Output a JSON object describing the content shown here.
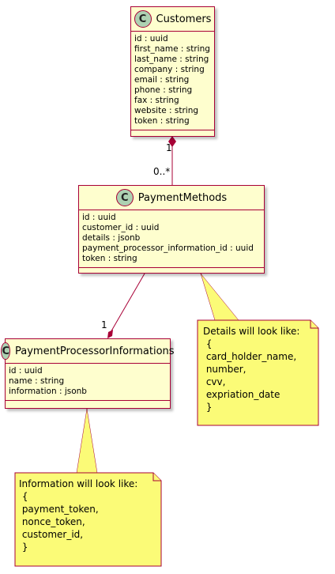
{
  "classes": {
    "customers": {
      "name": "Customers",
      "icon": "C",
      "attributes": [
        "id : uuid",
        "first_name : string",
        "last_name : string",
        "company : string",
        "email : string",
        "phone : string",
        "fax : string",
        "website : string",
        "token : string"
      ]
    },
    "payment_methods": {
      "name": "PaymentMethods",
      "icon": "C",
      "attributes": [
        "id : uuid",
        "customer_id : uuid",
        "details : jsonb",
        "payment_processor_information_id : uuid",
        "token : string"
      ]
    },
    "payment_processor_informations": {
      "name": "PaymentProcessorInformations",
      "icon": "C",
      "attributes": [
        "id : uuid",
        "name : string",
        "information : jsonb"
      ]
    }
  },
  "relations": {
    "customers_methods": {
      "from_mult": "1",
      "to_mult": "0..*"
    },
    "methods_processor": {
      "to_mult": "1"
    }
  },
  "notes": {
    "details": [
      "Details will look like:",
      " {",
      " card_holder_name,",
      " number,",
      " cvv,",
      " expriation_date",
      " }"
    ],
    "information": [
      "Information will look like:",
      " {",
      " payment_token,",
      " nonce_token,",
      " customer_id,",
      " }"
    ]
  },
  "colors": {
    "class_fill": "#fefece",
    "border": "#a80036",
    "note_fill": "#fbfb77",
    "icon_fill": "#add1b2"
  }
}
